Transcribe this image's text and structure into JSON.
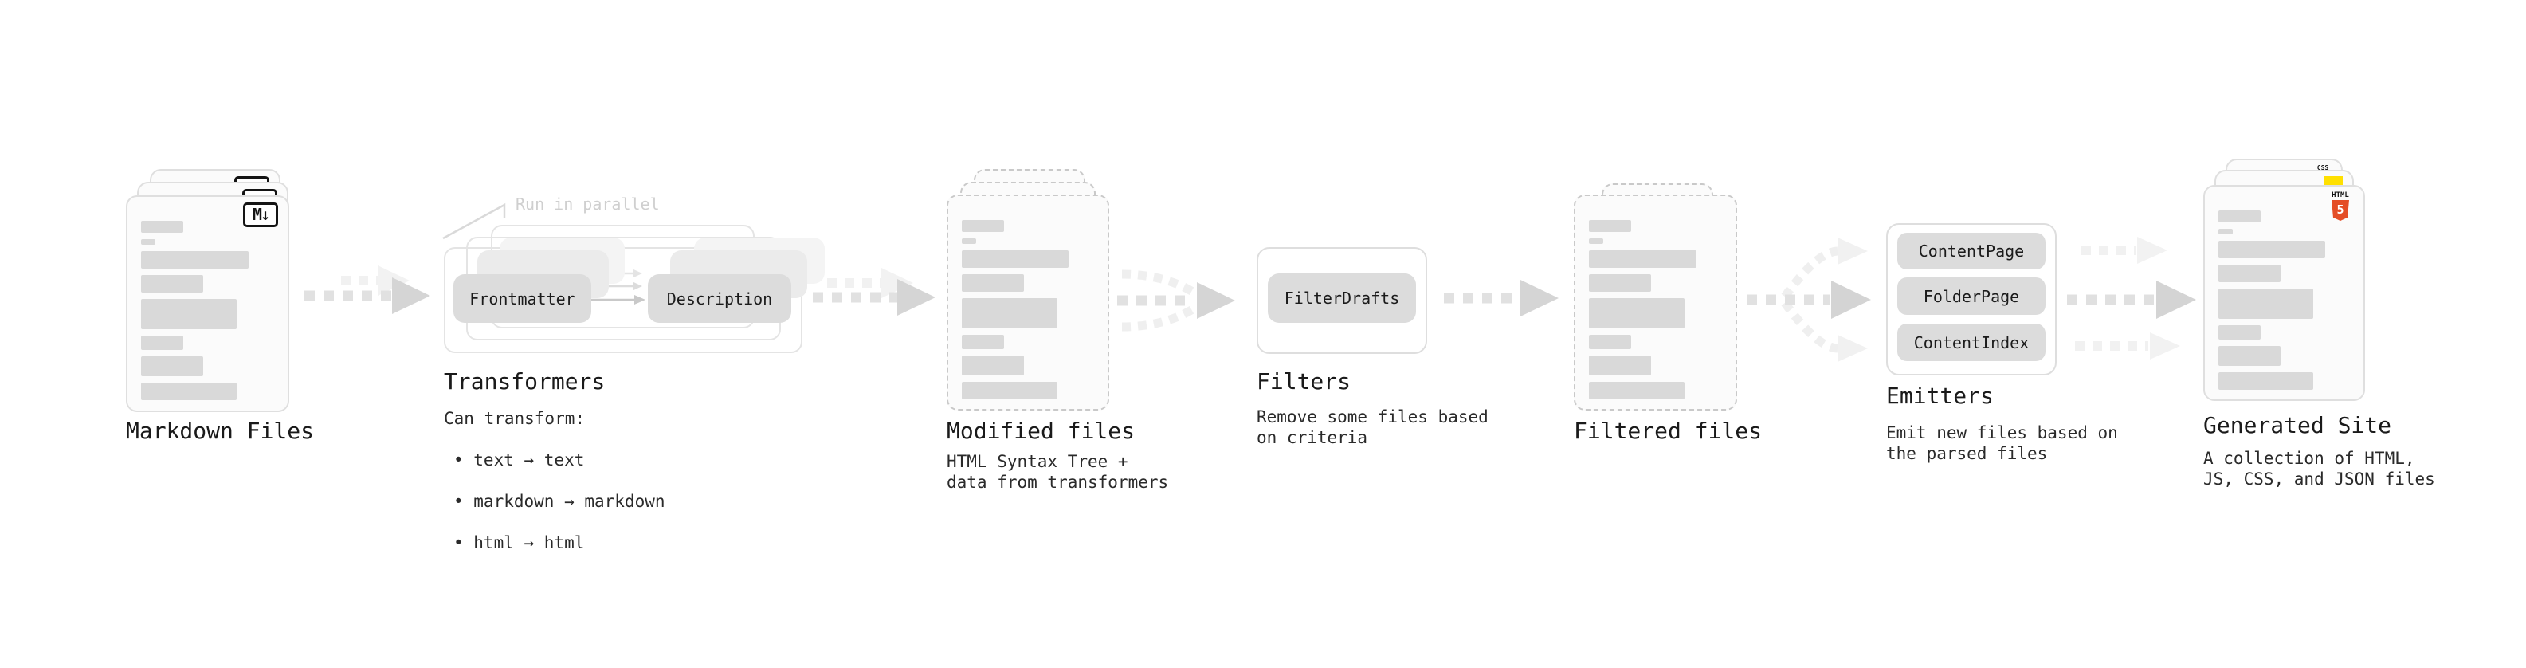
{
  "stages": {
    "markdown": {
      "title": "Markdown Files"
    },
    "transformers": {
      "title": "Transformers",
      "note": "Run in parallel",
      "pill_left": "Frontmatter",
      "pill_right": "Description",
      "subtitle_intro": "Can transform:",
      "bullets": [
        "• text → text",
        "• markdown → markdown",
        "• html → html"
      ]
    },
    "modified": {
      "title": "Modified files",
      "subtitle": "HTML Syntax Tree +\ndata from transformers"
    },
    "filters": {
      "title": "Filters",
      "pill": "FilterDrafts",
      "subtitle": "Remove some files based\non criteria"
    },
    "filtered": {
      "title": "Filtered files"
    },
    "emitters": {
      "title": "Emitters",
      "pills": [
        "ContentPage",
        "FolderPage",
        "ContentIndex"
      ],
      "subtitle": "Emit new files based on\nthe parsed files"
    },
    "generated": {
      "title": "Generated Site",
      "subtitle": "A collection of HTML,\nJS, CSS, and JSON files"
    }
  },
  "icons": {
    "markdown_badge": "M↓",
    "html5_label": "HTML",
    "html5_glyph": "5",
    "css_label": "CSS"
  },
  "colors": {
    "accent_orange": "#e44d26",
    "accent_yellow": "#ffe000",
    "accent_blue": "#2b6be8"
  }
}
